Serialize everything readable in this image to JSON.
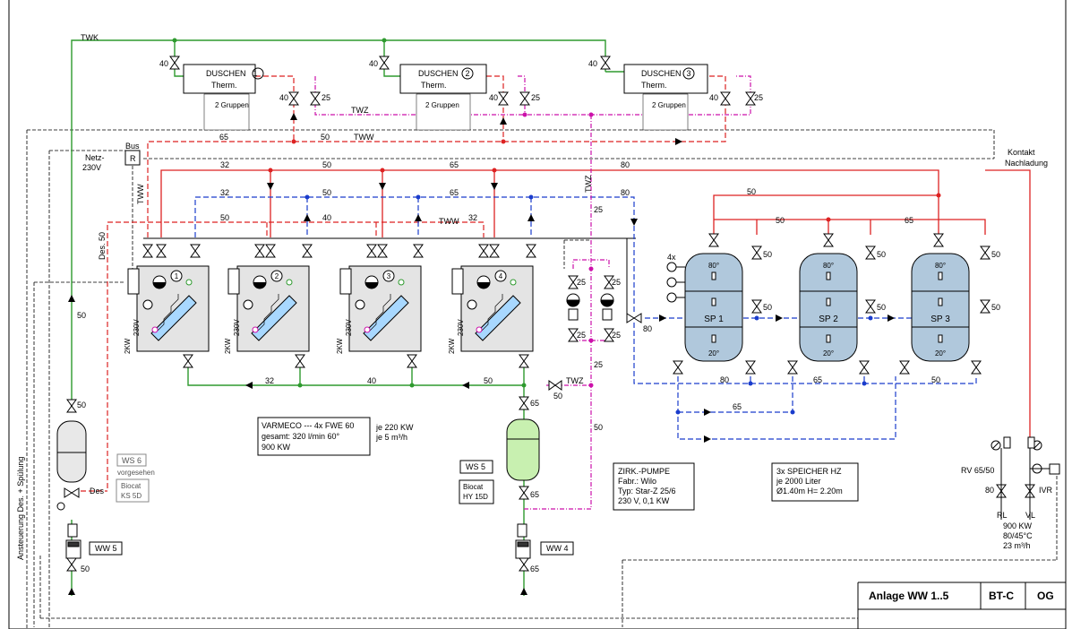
{
  "labels": {
    "twk": "TWK",
    "twz": "TWZ",
    "tww": "TWW",
    "bus": "Bus",
    "r": "R",
    "netz1": "Netz-",
    "netz2": "230V",
    "kontakt1": "Kontakt",
    "kontakt2": "Nachladung",
    "des50": "Des. 50",
    "des": "Des",
    "ansteuerung": "Ansteuerung Des. + Spülung"
  },
  "showers": [
    {
      "name": "DUSCHEN",
      "num": "1",
      "sub": "Therm.",
      "groups": "2 Gruppen",
      "valve_in": "40",
      "valve_tww": "40",
      "valve_twz": "25"
    },
    {
      "name": "DUSCHEN",
      "num": "2",
      "sub": "Therm.",
      "groups": "2 Gruppen",
      "valve_in": "40",
      "valve_tww": "40",
      "valve_twz": "25"
    },
    {
      "name": "DUSCHEN",
      "num": "3",
      "sub": "Therm.",
      "groups": "2 Gruppen",
      "valve_in": "40",
      "valve_tww": "40",
      "valve_twz": "25"
    }
  ],
  "pipe_sizes": {
    "tww_top1": "65",
    "tww_top2": "50",
    "hw_32": "32",
    "hw_50": "50",
    "hw_65": "65",
    "hw_80": "80",
    "bw_32": "32",
    "bw_50": "50",
    "bw_65": "65",
    "bw_80": "80",
    "red_50": "50",
    "red_40": "40",
    "red_32": "32",
    "green_32": "32",
    "green_40": "40",
    "green_50": "50",
    "twk_50": "50",
    "twz_25a": "25",
    "twz_25b": "25",
    "twz_50": "50",
    "sp_50": "50",
    "sp_50b": "50",
    "sp_65": "65",
    "sp_v50a": "50",
    "sp_v50b": "50",
    "sp_v50c": "50",
    "sp_side50a": "50",
    "sp_side50b": "50",
    "sp_side50c": "50",
    "sp_80": "80",
    "ret_80": "80",
    "ret_65a": "65",
    "ret_50": "50",
    "ret_65b": "65",
    "mix_80": "80",
    "tank50": "50",
    "ww5_50": "50",
    "ww4_65a": "65",
    "ww4_65b": "65",
    "ww4_65c": "65",
    "zirk_25a": "25",
    "zirk_25b": "25",
    "zirk_25c": "25",
    "zirk_25d": "25",
    "rv_80": "80",
    "twz_50v": "50",
    "twz_label": "TWZ"
  },
  "modules": [
    {
      "num": "1",
      "kw": "2KW",
      "v": "230V"
    },
    {
      "num": "2",
      "kw": "2KW",
      "v": "230V"
    },
    {
      "num": "3",
      "kw": "2KW",
      "v": "230V"
    },
    {
      "num": "4",
      "kw": "2KW",
      "v": "230V"
    }
  ],
  "tanks": [
    {
      "name": "SP 1",
      "top": "80°",
      "bot": "20°"
    },
    {
      "name": "SP 2",
      "top": "80°",
      "bot": "20°"
    },
    {
      "name": "SP 3",
      "top": "80°",
      "bot": "20°"
    }
  ],
  "sensor_count": "4x",
  "varmeco": {
    "line1": "VARMECO --- 4x FWE 60",
    "line2": "gesamt: 320 l/min   60°",
    "line3": "900 KW",
    "side1": "je 220 KW",
    "side2": "je 5 m³/h"
  },
  "ws6": {
    "name": "WS 6",
    "note": "vorgesehen",
    "biocat1": "Biocat",
    "biocat2": "KS 5D"
  },
  "ws5": {
    "name": "WS 5",
    "biocat1": "Biocat",
    "biocat2": "HY 15D"
  },
  "ww5": "WW 5",
  "ww4": "WW 4",
  "zirk": {
    "l1": "ZIRK.-PUMPE",
    "l2": "Fabr.: Wilo",
    "l3": "Typ: Star-Z 25/6",
    "l4": "230 V,  0,1 KW"
  },
  "speicher": {
    "l1": "3x SPEICHER  HZ",
    "l2": "je 2000 Liter",
    "l3": "Ø1.40m  H= 2.20m"
  },
  "supply": {
    "rv": "RV 65/50",
    "rl": "RL",
    "vl": "VL",
    "ivr": "IVR",
    "d1": "900 KW",
    "d2": "80/45°C",
    "d3": "23 m³/h"
  },
  "title": {
    "anlage": "Anlage  WW 1..5",
    "btc": "BT-C",
    "og": "OG"
  }
}
